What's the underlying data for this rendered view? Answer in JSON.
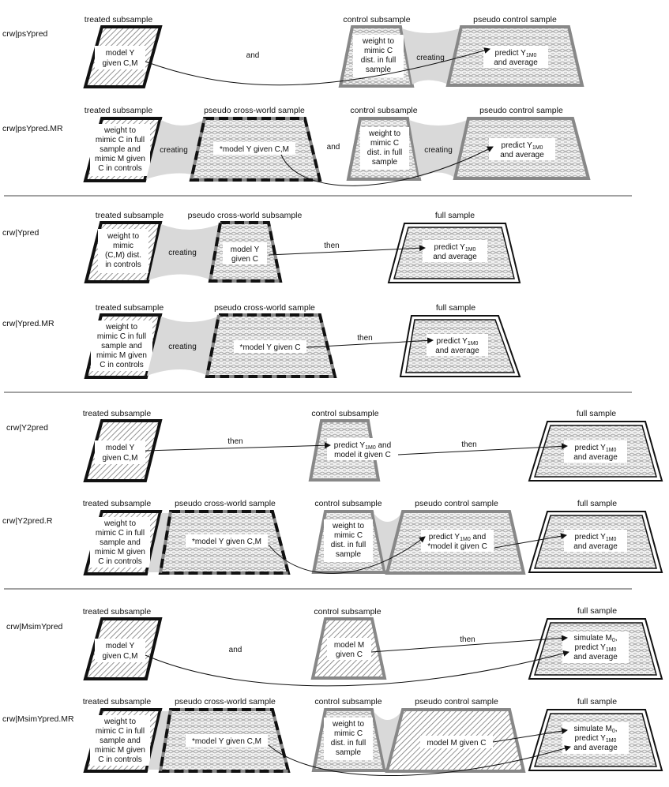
{
  "rows": [
    {
      "label": "crw|psYpred",
      "captions": [
        "treated subsample",
        "control subsample",
        "pseudo control sample"
      ],
      "box_texts": [
        [
          "model Y",
          "given C,M"
        ],
        [
          "weight to",
          "mimic C",
          "dist. in full",
          "sample"
        ],
        [
          "predict Y1M0",
          "and average"
        ]
      ],
      "connectors": [
        "and",
        "creating"
      ]
    },
    {
      "label": "crw|psYpred.MR",
      "captions": [
        "treated subsample",
        "pseudo cross-world sample",
        "control subsample",
        "pseudo control sample"
      ],
      "box_texts": [
        [
          "weight to",
          "mimic C in full",
          "sample and",
          "mimic M given",
          "C in controls"
        ],
        [
          "*model Y given C,M"
        ],
        [
          "weight to",
          "mimic C",
          "dist. in full",
          "sample"
        ],
        [
          "predict Y1M0",
          "and average"
        ]
      ],
      "connectors": [
        "creating",
        "and",
        "creating"
      ]
    },
    {
      "label": "crw|Ypred",
      "captions": [
        "treated subsample",
        "pseudo cross-world subsample",
        "full sample"
      ],
      "box_texts": [
        [
          "weight to",
          "mimic",
          "(C,M) dist.",
          "in controls"
        ],
        [
          "model Y",
          "given C"
        ],
        [
          "predict Y1M0",
          "and average"
        ]
      ],
      "connectors": [
        "creating",
        "then"
      ]
    },
    {
      "label": "crw|Ypred.MR",
      "captions": [
        "treated subsample",
        "pseudo cross-world sample",
        "full sample"
      ],
      "box_texts": [
        [
          "weight to",
          "mimic C in full",
          "sample and",
          "mimic M given",
          "C in controls"
        ],
        [
          "*model Y given C"
        ],
        [
          "predict Y1M0",
          "and average"
        ]
      ],
      "connectors": [
        "creating",
        "then"
      ]
    },
    {
      "label": "crw|Y2pred",
      "captions": [
        "treated subsample",
        "control subsample",
        "full sample"
      ],
      "box_texts": [
        [
          "model Y",
          "given C,M"
        ],
        [
          "predict Y1M0 and",
          "model it given C"
        ],
        [
          "predict Y1M0",
          "and average"
        ]
      ],
      "connectors": [
        "then",
        "then"
      ]
    },
    {
      "label": "crw|Y2pred.R",
      "captions": [
        "treated subsample",
        "pseudo cross-world sample",
        "control subsample",
        "pseudo control sample",
        "full sample"
      ],
      "box_texts": [
        [
          "weight to",
          "mimic C in full",
          "sample and",
          "mimic M given",
          "C in controls"
        ],
        [
          "*model Y given C,M"
        ],
        [
          "weight to",
          "mimic C",
          "dist. in full",
          "sample"
        ],
        [
          "predict Y1M0 and",
          "*model it given C"
        ],
        [
          "predict Y1M0",
          "and average"
        ]
      ],
      "connectors": []
    },
    {
      "label": "crw|MsimYpred",
      "captions": [
        "treated subsample",
        "control subsample",
        "full sample"
      ],
      "box_texts": [
        [
          "model Y",
          "given C,M"
        ],
        [
          "model M",
          "given C"
        ],
        [
          "simulate M0,",
          "predict Y1M0",
          "and average"
        ]
      ],
      "connectors": [
        "and",
        "then"
      ]
    },
    {
      "label": "crw|MsimYpred.MR",
      "captions": [
        "treated subsample",
        "pseudo cross-world sample",
        "control subsample",
        "pseudo control sample",
        "full sample"
      ],
      "box_texts": [
        [
          "weight to",
          "mimic C in full",
          "sample and",
          "mimic M given",
          "C in controls"
        ],
        [
          "*model Y given C,M"
        ],
        [
          "weight to",
          "mimic C",
          "dist. in full",
          "sample"
        ],
        [
          "model M given C"
        ],
        [
          "simulate M0,",
          "predict Y1M0",
          "and average"
        ]
      ],
      "connectors": []
    }
  ],
  "colors": {
    "gray": "#888888",
    "lightgray": "#d9d9d9",
    "black": "#111111"
  }
}
